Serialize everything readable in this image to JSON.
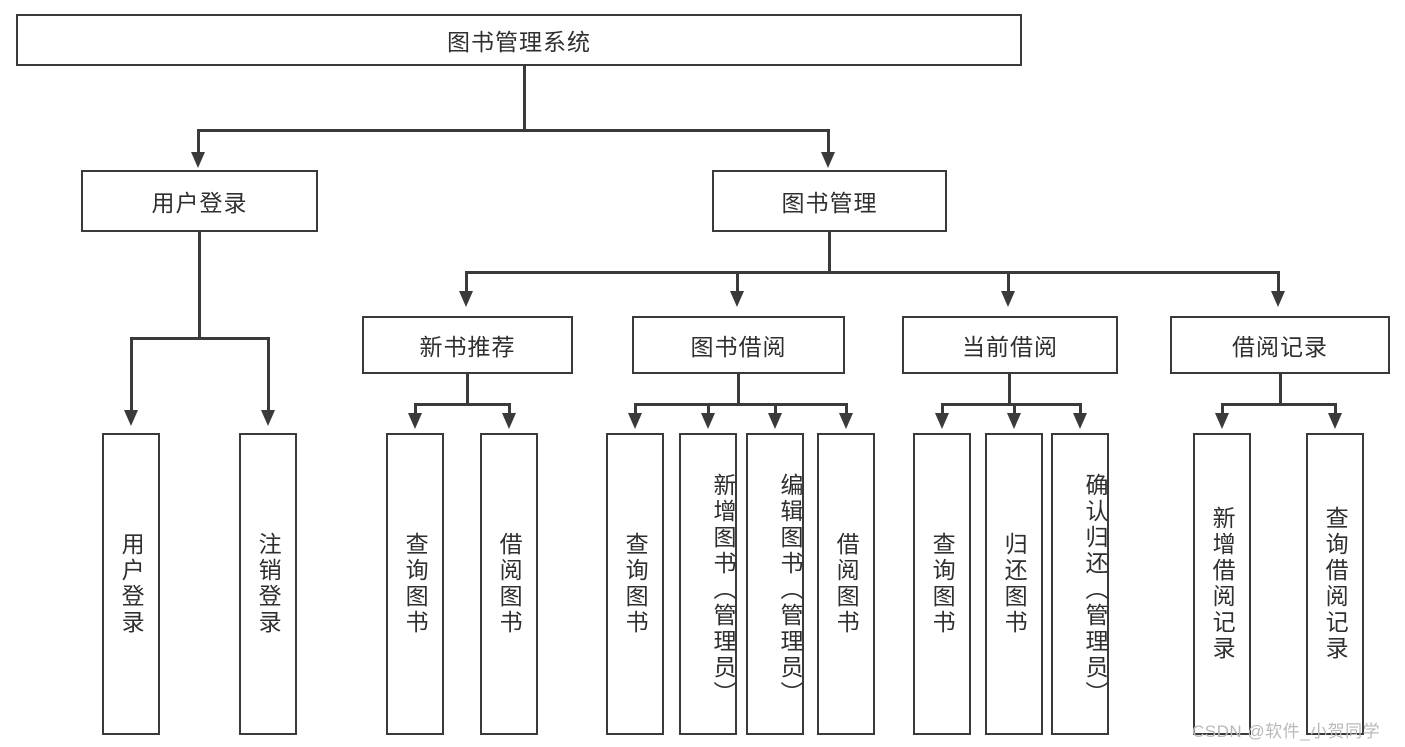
{
  "diagram": {
    "type": "tree-hierarchy",
    "title": "图书管理系统",
    "root": {
      "label": "图书管理系统"
    },
    "level2": [
      {
        "label": "用户登录"
      },
      {
        "label": "图书管理"
      }
    ],
    "level3": [
      {
        "label": "新书推荐"
      },
      {
        "label": "图书借阅"
      },
      {
        "label": "当前借阅"
      },
      {
        "label": "借阅记录"
      }
    ],
    "leaves": {
      "user_login": [
        {
          "label": "用户登录"
        },
        {
          "label": "注销登录"
        }
      ],
      "new_book": [
        {
          "label": "查询图书"
        },
        {
          "label": "借阅图书"
        }
      ],
      "book_borrow": [
        {
          "label": "查询图书"
        },
        {
          "label": "新增图书（管理员）"
        },
        {
          "label": "编辑图书（管理员）"
        },
        {
          "label": "借阅图书"
        }
      ],
      "current_borrow": [
        {
          "label": "查询图书"
        },
        {
          "label": "归还图书"
        },
        {
          "label": "确认归还（管理员）"
        }
      ],
      "borrow_record": [
        {
          "label": "新增借阅记录"
        },
        {
          "label": "查询借阅记录"
        }
      ]
    }
  },
  "watermark": {
    "text": "CSDN @软件_小贺同学"
  },
  "colors": {
    "stroke": "#3a3a3a",
    "text": "#2f2f2f",
    "background": "#ffffff",
    "watermark": "#b9b9b9"
  }
}
